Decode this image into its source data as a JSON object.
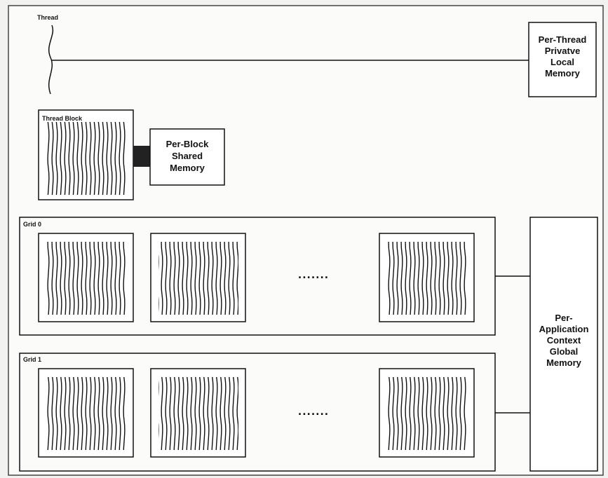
{
  "thread": {
    "label": "Thread"
  },
  "local_memory": {
    "lines": [
      "Per-Thread",
      "Privatve",
      "Local",
      "Memory"
    ]
  },
  "thread_block": {
    "label": "Thread Block"
  },
  "shared_memory": {
    "lines": [
      "Per-Block",
      "Shared",
      "Memory"
    ]
  },
  "grids": [
    {
      "label": "Grid 0",
      "ellipsis": "......."
    },
    {
      "label": "Grid 1",
      "ellipsis": "......."
    }
  ],
  "global_memory": {
    "lines": [
      "Per-",
      "Application",
      "Context",
      "Global",
      "Memory"
    ]
  }
}
